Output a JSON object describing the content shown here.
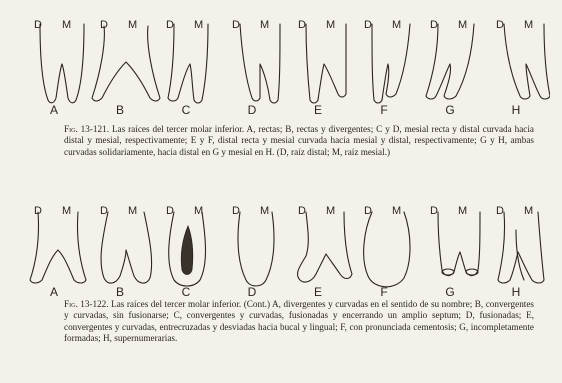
{
  "figure_1": {
    "tooth_labels": [
      "D",
      "M"
    ],
    "panel_letters": [
      "A",
      "B",
      "C",
      "D",
      "E",
      "F",
      "G",
      "H"
    ],
    "caption_fig": "Fig. 13-121.",
    "caption_text": "Las raíces del tercer molar inferior. A, rectas; B, rectas y divergentes; C y D, mesial recta y distal curvada hacia distal y mesial, respectivamente; E y F, distal recta y mesial curvada hacia mesial y distal, respectivamente; G y H, ambas curvadas solidariamente, hacia distal en G y mesial en H. (D, raíz distal; M, raíz mesial.)"
  },
  "figure_2": {
    "tooth_labels": [
      "D",
      "M"
    ],
    "panel_letters": [
      "A",
      "B",
      "C",
      "D",
      "E",
      "F",
      "G",
      "H"
    ],
    "caption_fig": "Fig. 13-122.",
    "caption_text": "Las raíces del tercer molar inferior. (Cont.) A, divergentes y curvadas en el sentido de su nombre; B, convergentes y curvadas, sin fusionarse; C, convergentes y curvadas, fusionadas y encerrando un amplio septum; D, fusionadas; E, convergentes y curvadas, entrecruzadas y desviadas hacia bucal y lingual; F, con pronunciada cementosis; G, incompletamente formadas; H, supernumerarias."
  }
}
